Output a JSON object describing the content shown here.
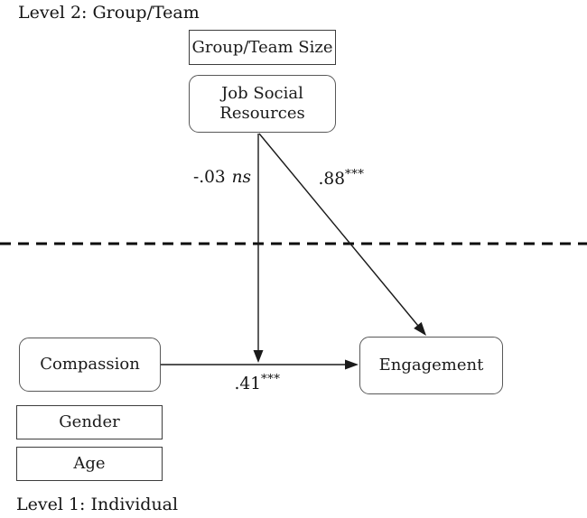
{
  "figure": {
    "level2_label": "Level 2: Group/Team",
    "level1_label": "Level 1: Individual"
  },
  "boxes": {
    "group_team_size": "Group/Team Size",
    "job_social_resources": "Job Social Resources",
    "compassion": "Compassion",
    "engagement": "Engagement",
    "gender": "Gender",
    "age": "Age"
  },
  "coefficients": {
    "job_resources_moderation": {
      "value": "-.03",
      "significance": "ns"
    },
    "job_resources_to_engagement": {
      "value": ".88",
      "significance": "***"
    },
    "compassion_to_engagement": {
      "value": ".41",
      "significance": "***"
    }
  },
  "edges": [
    {
      "from": "job_social_resources",
      "to": "compassion_engagement_path",
      "label": "-.03 ns",
      "style": "solid-arrow"
    },
    {
      "from": "job_social_resources",
      "to": "engagement",
      "label": ".88***",
      "style": "solid-arrow"
    },
    {
      "from": "compassion",
      "to": "engagement",
      "label": ".41***",
      "style": "solid-arrow"
    }
  ],
  "divider": {
    "style": "dashed",
    "orientation": "horizontal"
  },
  "colors": {
    "background": "#ffffff",
    "line": "#1a1a1a",
    "divider": "#0d0d0d",
    "text": "#141414",
    "sharp_box_border": "#3d3d3d",
    "round_box_border": "#585858"
  }
}
